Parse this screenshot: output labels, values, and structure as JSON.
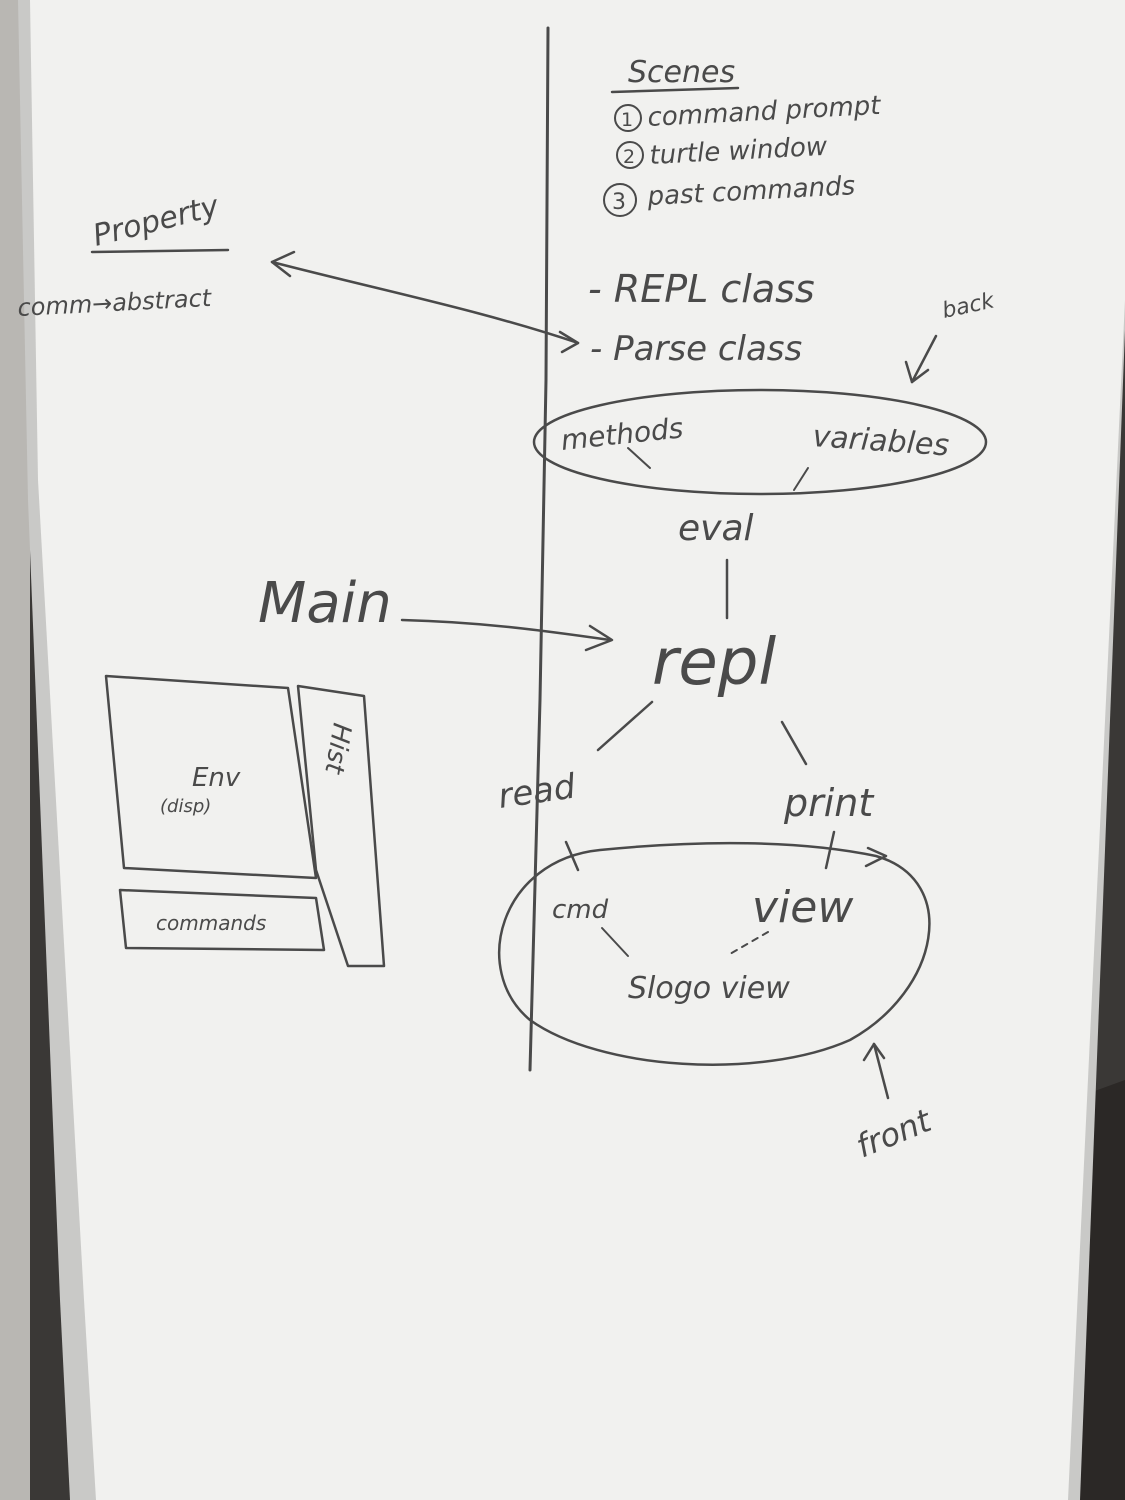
{
  "colors": {
    "wall": "#3a3836",
    "floor": "#2b2826",
    "frame": "#c9c9c7",
    "board": "#f1f1ef",
    "ink": "#4a4a4a"
  },
  "scenes": {
    "heading": "Scenes",
    "items": [
      {
        "num": "1",
        "label": "command prompt"
      },
      {
        "num": "2",
        "label": "turtle window"
      },
      {
        "num": "3",
        "label": "past commands"
      }
    ]
  },
  "classes": {
    "repl": "- REPL class",
    "parse": "- Parse class"
  },
  "property": {
    "title": "Property",
    "line": "comm→abstract"
  },
  "eval_group": {
    "back": "back",
    "methods": "methods",
    "variables": "variables",
    "eval": "eval"
  },
  "flow": {
    "main": "Main",
    "repl": "repl",
    "read": "read",
    "print": "print"
  },
  "view_group": {
    "cmd": "cmd",
    "view": "view",
    "slogo_view": "Slogo view",
    "front": "front"
  },
  "layout_sketch": {
    "env": "Env",
    "display": "(disp)",
    "hist": "Hist",
    "commands": "commands"
  }
}
